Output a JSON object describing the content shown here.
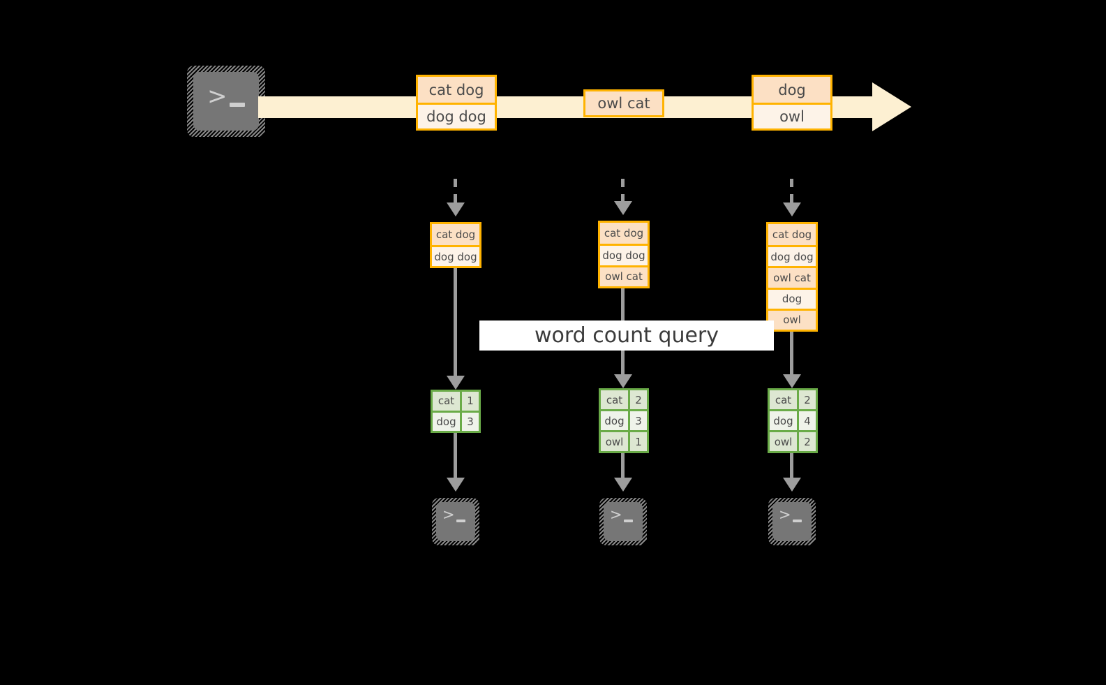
{
  "diagram": {
    "title": "word count query stream processing",
    "colors": {
      "background": "#000000",
      "stream_fill": "#fdf0d2",
      "record_border": "#ffb300",
      "record_fill_dark": "#fce0c4",
      "record_fill_light": "#fdf3e8",
      "table_border": "#6aab48",
      "table_fill_dark": "#dde7d2",
      "table_fill_light": "#eff3ea",
      "connector": "#9d9d9d",
      "terminal_fill": "#767676",
      "terminal_hatch": "#8a8a8a",
      "banner_fill": "#ffffff",
      "text": "#4a4a4a"
    },
    "banner": {
      "label": "word count query"
    },
    "source": {
      "icon": "terminal-icon",
      "prompt": ">",
      "cursor": "_"
    },
    "stream": {
      "groups": [
        {
          "name": "stream-group-1",
          "records": [
            "cat dog",
            "dog dog"
          ]
        },
        {
          "name": "stream-group-2",
          "records": [
            "owl cat"
          ]
        },
        {
          "name": "stream-group-3",
          "records": [
            "dog",
            "owl"
          ]
        }
      ]
    },
    "stages": [
      {
        "name": "stage-1",
        "input_records": [
          "cat dog",
          "dog dog"
        ],
        "counts": [
          {
            "word": "cat",
            "count": "1"
          },
          {
            "word": "dog",
            "count": "3"
          }
        ],
        "sink": {
          "icon": "terminal-icon",
          "prompt": ">",
          "cursor": "_"
        }
      },
      {
        "name": "stage-2",
        "input_records": [
          "cat dog",
          "dog dog",
          "owl cat"
        ],
        "counts": [
          {
            "word": "cat",
            "count": "2"
          },
          {
            "word": "dog",
            "count": "3"
          },
          {
            "word": "owl",
            "count": "1"
          }
        ],
        "sink": {
          "icon": "terminal-icon",
          "prompt": ">",
          "cursor": "_"
        }
      },
      {
        "name": "stage-3",
        "input_records": [
          "cat dog",
          "dog dog",
          "owl cat",
          "dog",
          "owl"
        ],
        "counts": [
          {
            "word": "cat",
            "count": "2"
          },
          {
            "word": "dog",
            "count": "4"
          },
          {
            "word": "owl",
            "count": "2"
          }
        ],
        "sink": {
          "icon": "terminal-icon",
          "prompt": ">",
          "cursor": "_"
        }
      }
    ]
  }
}
